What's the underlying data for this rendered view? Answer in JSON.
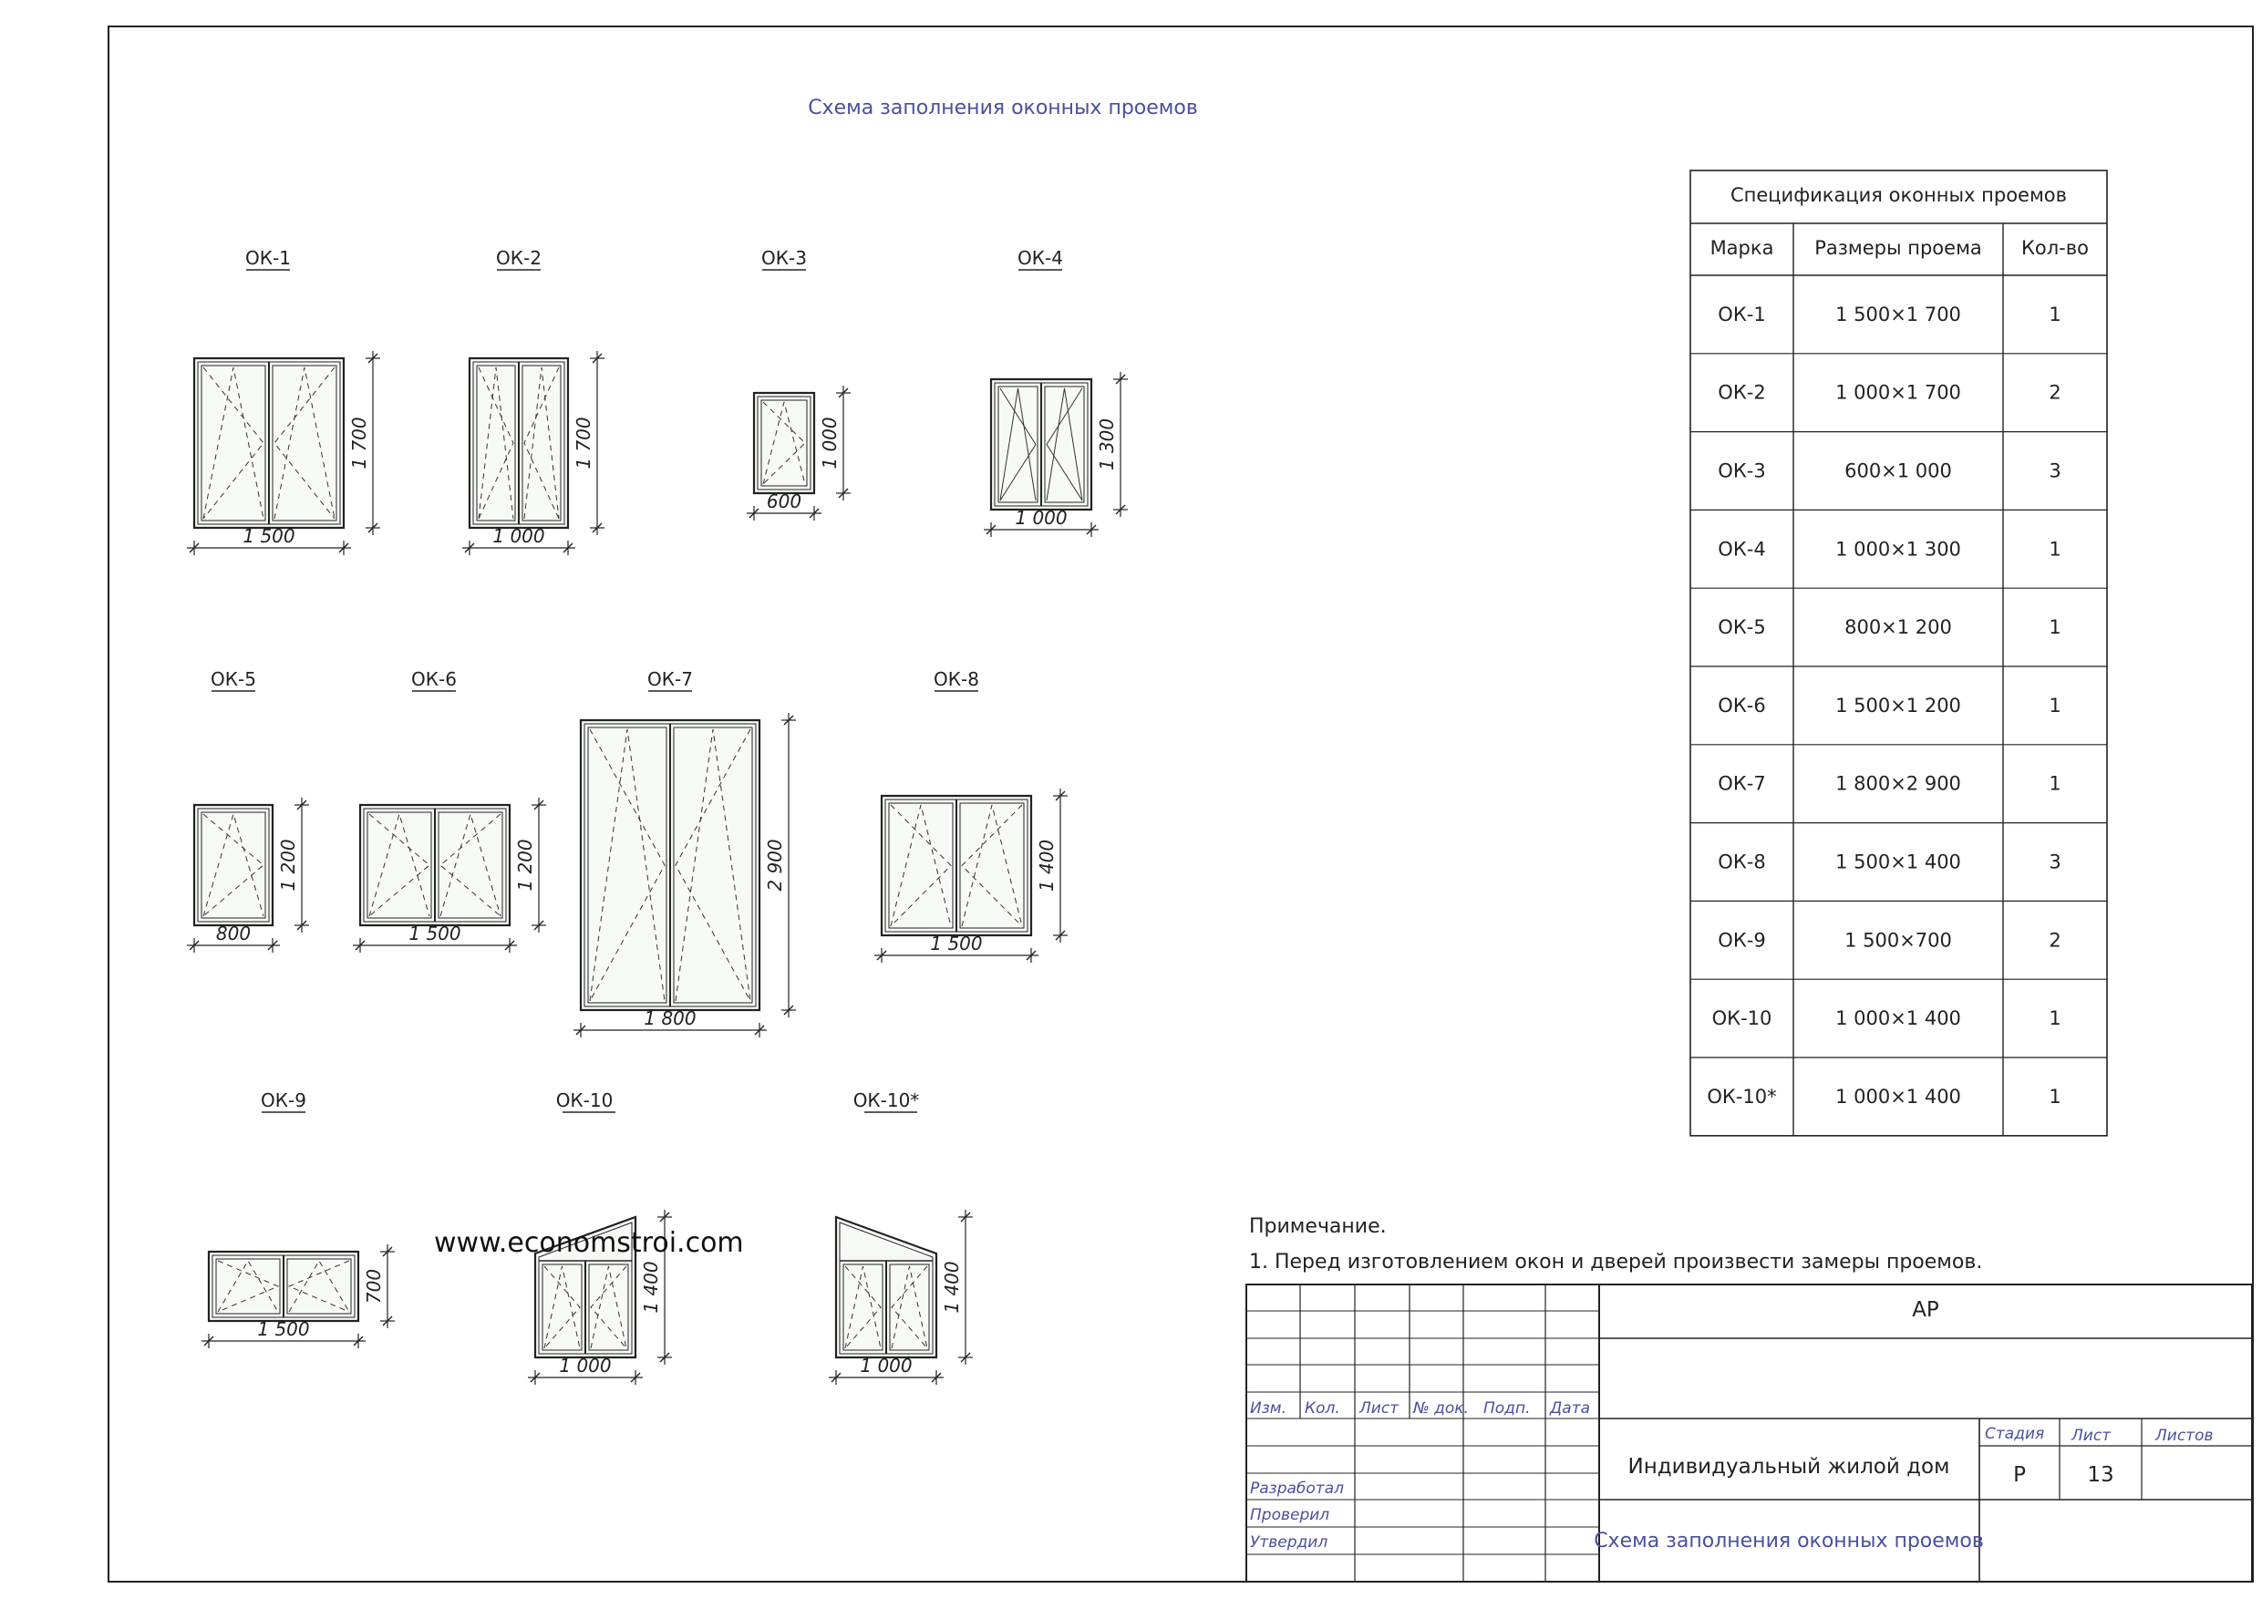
{
  "drawing_title": "Схема заполнения оконных проемов",
  "watermark": "www.economstroi.com",
  "windows": [
    {
      "mark": "ОК-1",
      "width_label": "1 500",
      "height_label": "1 700"
    },
    {
      "mark": "ОК-2",
      "width_label": "1 000",
      "height_label": "1 700"
    },
    {
      "mark": "ОК-3",
      "width_label": "600",
      "height_label": "1 000"
    },
    {
      "mark": "ОК-4",
      "width_label": "1 000",
      "height_label": "1 300"
    },
    {
      "mark": "ОК-5",
      "width_label": "800",
      "height_label": "1 200"
    },
    {
      "mark": "ОК-6",
      "width_label": "1 500",
      "height_label": "1 200"
    },
    {
      "mark": "ОК-7",
      "width_label": "1 800",
      "height_label": "2 900"
    },
    {
      "mark": "ОК-8",
      "width_label": "1 500",
      "height_label": "1 400"
    },
    {
      "mark": "ОК-9",
      "width_label": "1 500",
      "height_label": "700"
    },
    {
      "mark": "ОК-10",
      "width_label": "1 000",
      "height_label": "1 400"
    },
    {
      "mark": "ОК-10*",
      "width_label": "1 000",
      "height_label": "1 400"
    }
  ],
  "spec_table": {
    "title": "Спецификация оконных  проемов",
    "headers": [
      "Марка",
      "Размеры проема",
      "Кол-во"
    ],
    "rows": [
      [
        "ОК-1",
        "1 500×1 700",
        "1"
      ],
      [
        "ОК-2",
        "1 000×1 700",
        "2"
      ],
      [
        "ОК-3",
        "600×1 000",
        "3"
      ],
      [
        "ОК-4",
        "1 000×1 300",
        "1"
      ],
      [
        "ОК-5",
        "800×1 200",
        "1"
      ],
      [
        "ОК-6",
        "1 500×1 200",
        "1"
      ],
      [
        "ОК-7",
        "1 800×2 900",
        "1"
      ],
      [
        "ОК-8",
        "1 500×1 400",
        "3"
      ],
      [
        "ОК-9",
        "1 500×700",
        "2"
      ],
      [
        "ОК-10",
        "1 000×1 400",
        "1"
      ],
      [
        "ОК-10*",
        "1 000×1 400",
        "1"
      ]
    ]
  },
  "notes": {
    "heading": "Примечание.",
    "items": [
      "1. Перед изготовлением окон и дверей произвести замеры проемов."
    ]
  },
  "title_block": {
    "code": "АР",
    "columns": [
      "Изм.",
      "Кол.",
      "Лист",
      "№ док.",
      "Подп.",
      "Дата"
    ],
    "roles": [
      "Разработал",
      "Проверил",
      "Утвердил"
    ],
    "project": "Индивидуальный жилой дом",
    "sheet_title": "Схема заполнения оконных проемов",
    "stage_label": "Стадия",
    "sheet_label": "Лист",
    "sheets_label": "Листов",
    "stage": "Р",
    "sheet": "13",
    "sheets": ""
  }
}
